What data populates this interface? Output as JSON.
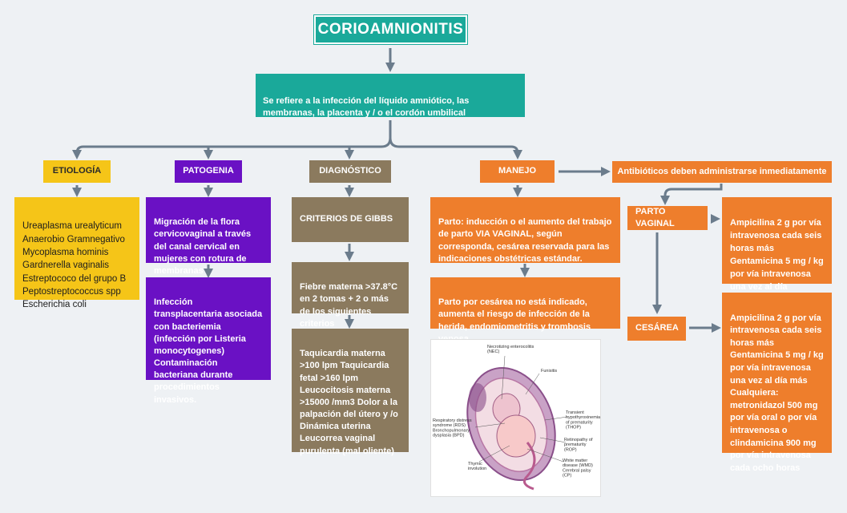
{
  "title": "CORIOAMNIONITIS",
  "definition": "Se refiere a la infección del líquido amniótico, las membranas, la placenta y / o el cordón umbilical",
  "categories": {
    "etiologia": "ETIOLOGÍA",
    "patogenia": "PATOGENIA",
    "diagnostico": "DIAGNÓSTICO",
    "manejo": "MANEJO"
  },
  "etiologia": {
    "organisms": "Ureaplasma urealyticum\nAnaerobio Gramnegativo\nMycoplasma hominis\nGardnerella vaginalis\nEstreptococo del grupo B\nPeptostreptococcus spp\nEscherichia coli"
  },
  "patogenia": {
    "ascendente": "Migración de la flora cervicovaginal a través del canal cervical en mujeres con rotura de membranas",
    "transplacentaria": "Infección transplacentaria asociada con bacteriemia (infección por Listeria monocytogenes) Contaminación bacteriana durante procedimientos invasivos."
  },
  "diagnostico": {
    "criterios": "CRITERIOS DE GIBBS",
    "fiebre": "Fiebre materna >37.8°C en 2 tomas + 2 o más de los siguientes criterios",
    "lista": "Taquicardia materna >100 lpm Taquicardia fetal >160 lpm Leucocitosis materna >15000 /mm3 Dolor a la palpación del útero y /o Dinámica uterina Leucorrea vaginal purulenta (mal oliente)"
  },
  "manejo": {
    "parto": "Parto: inducción o el aumento del trabajo de parto VIA VAGINAL, según corresponda, cesárea reservada para las indicaciones obstétricas estándar.",
    "cesarea_nota": "Parto por cesárea no está indicado, aumenta el riesgo de infección de la herida, endomiometritis y trombosis venosa",
    "antibioticos": "Antibióticos deben administrarse inmediatamente",
    "parto_vaginal": "PARTO VAGINAL",
    "cesarea": "CESÁREA",
    "regimen_vaginal": "Ampicilina 2 g por vía intravenosa cada seis horas más Gentamicina 5 mg / kg por vía intravenosa una vez al día",
    "regimen_cesarea": "Ampicilina 2 g por vía intravenosa cada seis horas más Gentamicina 5 mg / kg por vía intravenosa una vez al día más Cualquiera: metronidazol 500 mg por vía oral o por vía intravenosa o clindamicina 900 mg por vía intravenosa cada ocho horas"
  },
  "figure_labels": {
    "nec": "Necrotizing enterocolitis\n(NEC)",
    "funisitis": "Funisitis",
    "rds": "Respiratory distress\nsyndrome (RDS)\nBronchopulmonary\ndysplasia (BPD)",
    "thiop": "Transient\nhypothyroxinemia\nof prematurity\n(THOP)",
    "rop": "Retinopathy of\nprematurity\n(ROP)",
    "thymic": "Thymic\ninvolution",
    "wmd": "White matter\ndisease (WMD)\nCerebral palsy\n(CP)"
  },
  "colors": {
    "teal": "#1aa99a",
    "yellow": "#f5c518",
    "purple": "#6a11c4",
    "brown": "#8b7a5e",
    "orange": "#ee7e2c",
    "connector": "#6b7c8c"
  }
}
